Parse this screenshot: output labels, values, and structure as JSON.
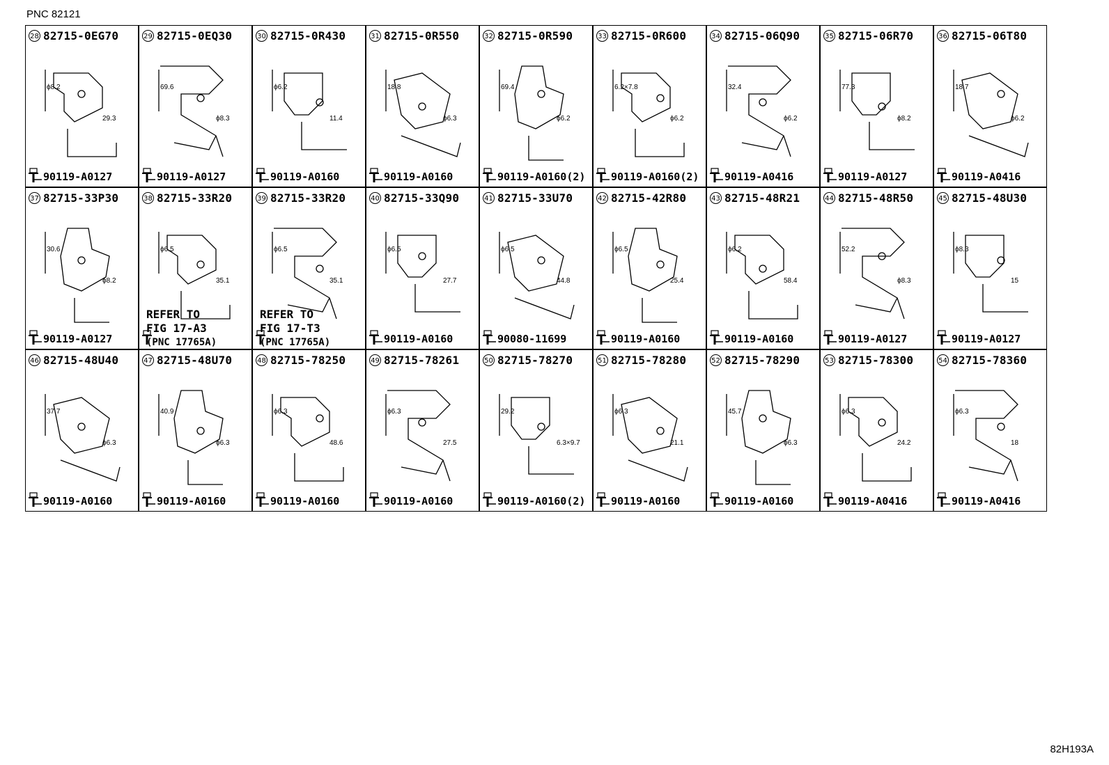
{
  "header": {
    "pnc_label": "PNC 82121"
  },
  "footer": {
    "illustration_ref": "82H193A"
  },
  "cells": [
    {
      "idx": "28",
      "part": "82715-0EG70",
      "bolt": "90119-A0127",
      "dims": [
        "ϕ8.2",
        "29.3"
      ]
    },
    {
      "idx": "29",
      "part": "82715-0EQ30",
      "bolt": "90119-A0127",
      "dims": [
        "69.6",
        "ϕ8.3"
      ]
    },
    {
      "idx": "30",
      "part": "82715-0R430",
      "bolt": "90119-A0160",
      "dims": [
        "ϕ6.2",
        "11.4"
      ]
    },
    {
      "idx": "31",
      "part": "82715-0R550",
      "bolt": "90119-A0160",
      "dims": [
        "18.8",
        "ϕ6.3"
      ]
    },
    {
      "idx": "32",
      "part": "82715-0R590",
      "bolt": "90119-A0160(2)",
      "dims": [
        "69.4",
        "ϕ6.2"
      ]
    },
    {
      "idx": "33",
      "part": "82715-0R600",
      "bolt": "90119-A0160(2)",
      "dims": [
        "6.2×7.8",
        "ϕ6.2"
      ]
    },
    {
      "idx": "34",
      "part": "82715-06Q90",
      "bolt": "90119-A0416",
      "dims": [
        "32.4",
        "ϕ6.2"
      ]
    },
    {
      "idx": "35",
      "part": "82715-06R70",
      "bolt": "90119-A0127",
      "dims": [
        "77.3",
        "ϕ8.2"
      ]
    },
    {
      "idx": "36",
      "part": "82715-06T80",
      "bolt": "90119-A0416",
      "dims": [
        "18.7",
        "ϕ6.2"
      ]
    },
    {
      "idx": "37",
      "part": "82715-33P30",
      "bolt": "90119-A0127",
      "dims": [
        "30.6",
        "ϕ8.2"
      ]
    },
    {
      "idx": "38",
      "part": "82715-33R20",
      "bolt": "",
      "dims": [
        "ϕ6.5",
        "35.1"
      ],
      "refer": [
        "REFER TO",
        "FIG 17-A3",
        "(PNC 17765A)"
      ]
    },
    {
      "idx": "39",
      "part": "82715-33R20",
      "bolt": "",
      "dims": [
        "ϕ6.5",
        "35.1"
      ],
      "refer": [
        "REFER TO",
        "FIG 17-T3",
        "(PNC 17765A)"
      ]
    },
    {
      "idx": "40",
      "part": "82715-33Q90",
      "bolt": "90119-A0160",
      "dims": [
        "ϕ6.5",
        "27.7"
      ]
    },
    {
      "idx": "41",
      "part": "82715-33U70",
      "bolt": "90080-11699",
      "dims": [
        "ϕ6.5",
        "44.8"
      ]
    },
    {
      "idx": "42",
      "part": "82715-42R80",
      "bolt": "90119-A0160",
      "dims": [
        "ϕ6.5",
        "25.4"
      ]
    },
    {
      "idx": "43",
      "part": "82715-48R21",
      "bolt": "90119-A0160",
      "dims": [
        "ϕ6.2",
        "58.4"
      ]
    },
    {
      "idx": "44",
      "part": "82715-48R50",
      "bolt": "90119-A0127",
      "dims": [
        "52.2",
        "ϕ8.3"
      ]
    },
    {
      "idx": "45",
      "part": "82715-48U30",
      "bolt": "90119-A0127",
      "dims": [
        "ϕ8.3",
        "15"
      ]
    },
    {
      "idx": "46",
      "part": "82715-48U40",
      "bolt": "90119-A0160",
      "dims": [
        "37.7",
        "ϕ6.3"
      ]
    },
    {
      "idx": "47",
      "part": "82715-48U70",
      "bolt": "90119-A0160",
      "dims": [
        "40.9",
        "ϕ6.3"
      ]
    },
    {
      "idx": "48",
      "part": "82715-78250",
      "bolt": "90119-A0160",
      "dims": [
        "ϕ6.3",
        "48.6"
      ]
    },
    {
      "idx": "49",
      "part": "82715-78261",
      "bolt": "90119-A0160",
      "dims": [
        "ϕ6.3",
        "27.5"
      ]
    },
    {
      "idx": "50",
      "part": "82715-78270",
      "bolt": "90119-A0160(2)",
      "dims": [
        "29.2",
        "6.3×9.7"
      ]
    },
    {
      "idx": "51",
      "part": "82715-78280",
      "bolt": "90119-A0160",
      "dims": [
        "ϕ6.3",
        "21.1"
      ]
    },
    {
      "idx": "52",
      "part": "82715-78290",
      "bolt": "90119-A0160",
      "dims": [
        "45.7",
        "ϕ6.3"
      ]
    },
    {
      "idx": "53",
      "part": "82715-78300",
      "bolt": "90119-A0416",
      "dims": [
        "ϕ6.3",
        "24.2"
      ]
    },
    {
      "idx": "54",
      "part": "82715-78360",
      "bolt": "90119-A0416",
      "dims": [
        "ϕ6.3",
        "18"
      ]
    }
  ]
}
